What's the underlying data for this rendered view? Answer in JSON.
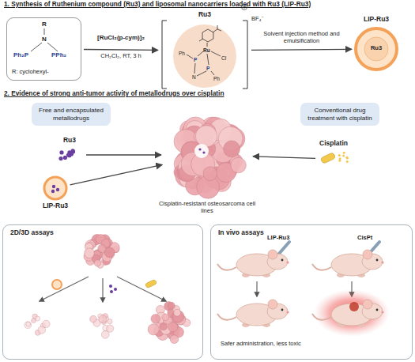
{
  "diagram": {
    "nodes": [
      {
        "text": [
          "R",
          "N",
          "Ph₂P",
          "PPh₂",
          "R: cyclohexyl-"
        ]
      },
      {
        "text": [
          "Ru3",
          "Ru",
          "Cl",
          "P",
          "P",
          "N",
          "Ph",
          "Ph"
        ]
      },
      {
        "text": [
          "LIP-Ru3",
          "Ru3"
        ]
      },
      {
        "text": [
          "Free and encapsulated metallodrugs"
        ]
      },
      {
        "text": [
          "Ru3"
        ]
      },
      {
        "text": [
          "LIP-Ru3"
        ]
      },
      {
        "text": [
          "Cisplatin-resistant osteosarcoma cell lines"
        ]
      },
      {
        "text": [
          "Conventional drug treatment with cisplatin"
        ]
      },
      {
        "text": [
          "Cisplatin"
        ]
      },
      {
        "text": [
          "2D/3D assays"
        ]
      },
      {
        "text": [
          "In vivo assays",
          "Safer administration, less toxic"
        ]
      }
    ],
    "edges": [
      {
        "from": 0,
        "to": 1,
        "arrow": "to"
      },
      {
        "from": 1,
        "to": 2,
        "label": "Solvent injection method and emulsification",
        "arrow": "to"
      },
      {
        "from": 4,
        "to": 6,
        "arrow": "to"
      },
      {
        "from": 5,
        "to": 6,
        "arrow": "to"
      },
      {
        "from": 8,
        "to": 6,
        "arrow": "to"
      }
    ],
    "labels": [
      "1. Synthesis of Ruthenium compound (Ru3) and liposomal nanocarriers loaded with Ru3 (LIP-Ru3)",
      "[RuCl₂(p-cym)]₂",
      "CH₂Cl₂, RT, 3 h",
      "BF₄⁻",
      "2. Evidence of strong anti-tumor activity of metallodrugs over cisplatin",
      "LIP-Ru3",
      "CisPt"
    ]
  }
}
